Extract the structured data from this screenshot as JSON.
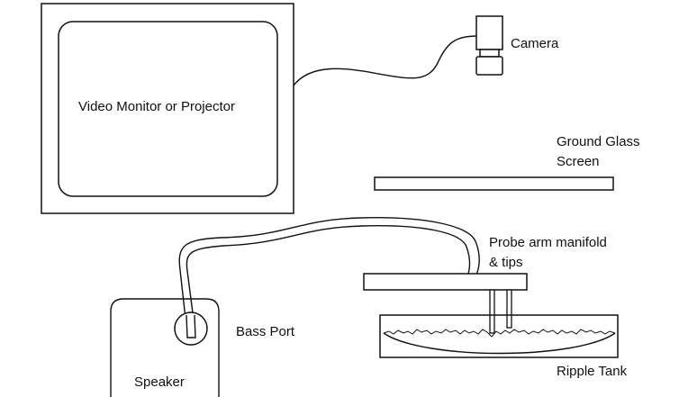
{
  "labels": {
    "monitor": "Video Monitor or Projector",
    "camera": "Camera",
    "screen_line1": "Ground Glass",
    "screen_line2": "Screen",
    "probe_line1": "Probe arm manifold",
    "probe_line2": "& tips",
    "bass_port": "Bass Port",
    "speaker": "Speaker",
    "ripple_tank": "Ripple Tank"
  },
  "colors": {
    "line": "#111111",
    "background": "#ffffff"
  }
}
